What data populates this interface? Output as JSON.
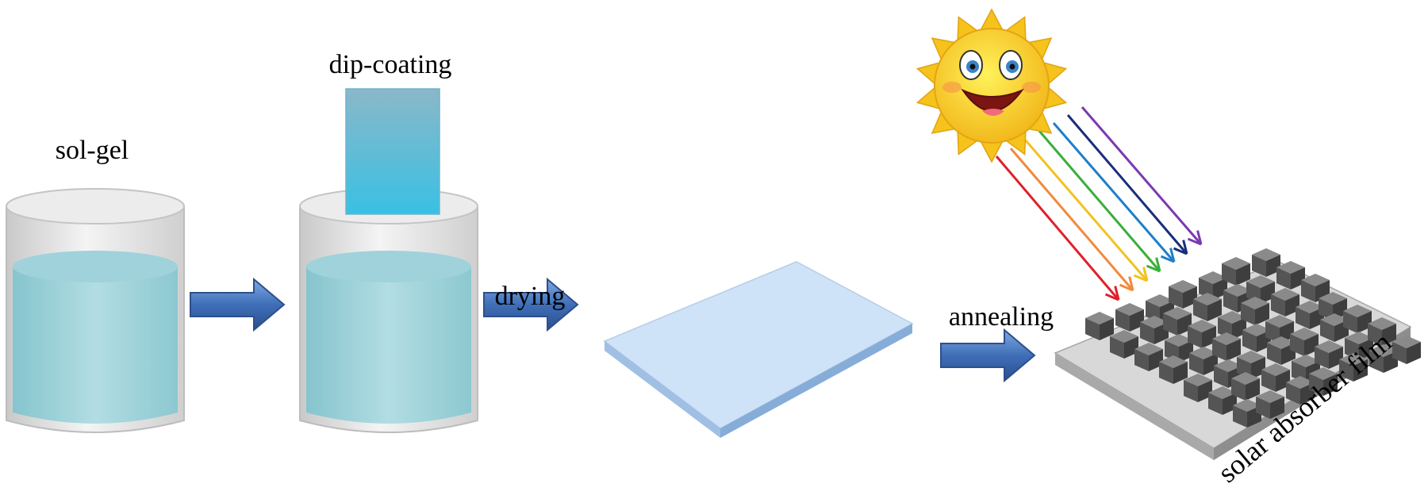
{
  "labels": {
    "solgel": "sol-gel",
    "dipcoating": "dip-coating",
    "drying": "drying",
    "annealing": "annealing",
    "film": "solar absorber film"
  },
  "colors": {
    "arrow": "#4a78bc",
    "liquid": "#a6d4dc",
    "substrate": "#7fcde3",
    "plate": "#cfe3f8",
    "cube": "#5a5a5a",
    "sun": "#f7c52a"
  },
  "rays": [
    "#e0202a",
    "#f18a3a",
    "#f2c21f",
    "#3aae3a",
    "#1e7fc8",
    "#1a2e7a",
    "#7a3ab0"
  ],
  "icons": [
    "sun-icon",
    "process-arrow-icon"
  ]
}
